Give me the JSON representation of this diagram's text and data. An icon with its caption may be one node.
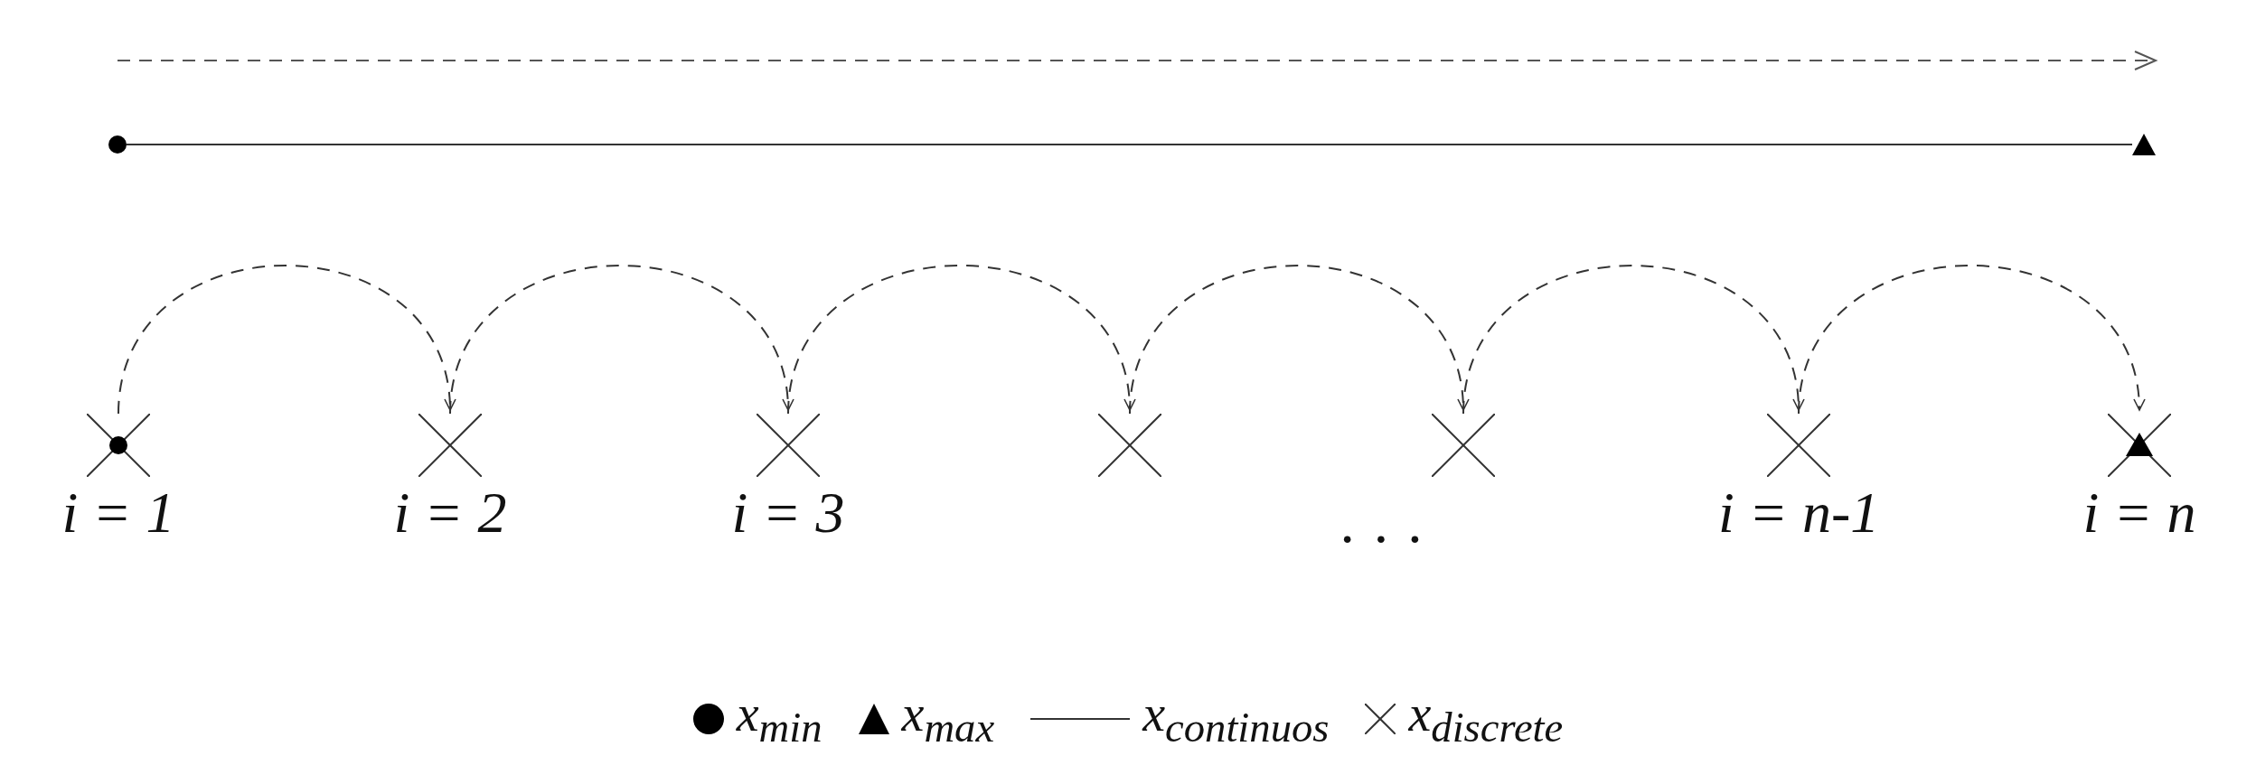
{
  "diagram": {
    "nodes": [
      {
        "text": [],
        "shape": "circle"
      },
      {
        "text": [],
        "shape": "triangle"
      },
      {
        "text": [
          "i = 1"
        ]
      },
      {
        "text": [
          "i = 2"
        ]
      },
      {
        "text": [
          "i = 3"
        ]
      },
      {
        "text": [],
        "shape": "cross"
      },
      {
        "text": [],
        "shape": "cross"
      },
      {
        "text": [
          "i = n-1"
        ]
      },
      {
        "text": [
          "i = n"
        ]
      }
    ],
    "edges": [
      {
        "from": 0,
        "to": 1,
        "arrow": "none"
      },
      {
        "from": 2,
        "to": 3,
        "arrow": "to",
        "style": "dashed"
      },
      {
        "from": 3,
        "to": 4,
        "arrow": "to",
        "style": "dashed"
      },
      {
        "from": 4,
        "to": 5,
        "arrow": "to",
        "style": "dashed"
      },
      {
        "from": 5,
        "to": 6,
        "arrow": "to",
        "style": "dashed"
      },
      {
        "from": 6,
        "to": 7,
        "arrow": "to",
        "style": "dashed"
      },
      {
        "from": 7,
        "to": 8,
        "arrow": "to",
        "style": "dashed"
      }
    ],
    "labels": [
      "· · ·"
    ],
    "legend": [
      {
        "text": "x$_{min}$"
      },
      {
        "text": "x$_{max}$"
      },
      {
        "text": "x$_{continuos}$"
      },
      {
        "text": "x$_{discrete}$"
      }
    ]
  }
}
